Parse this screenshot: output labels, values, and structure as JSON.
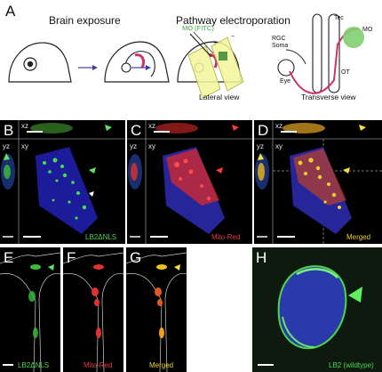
{
  "panel_A": {
    "label": "A",
    "brain_exposure_title": "Brain exposure",
    "pathway_title": "Pathway electroporation",
    "mo_fitc_label": "MO (FITC)",
    "lateral_view_label": "Lateral view",
    "transverse_view_label": "Transverse view",
    "rgc_soma_label_1": "RGC",
    "rgc_soma_label_2": "Soma",
    "eye_label": "Eye",
    "tec_label": "Tec",
    "mo_label": "MO",
    "ot_label": "OT",
    "plus_sign": "+",
    "minus_sign": "−"
  },
  "panel_B": {
    "label": "B",
    "xz": "xz",
    "yz": "yz",
    "xy": "xy",
    "channel": "LB2ΔNLS",
    "channel_color": "#4cd84c"
  },
  "panel_C": {
    "label": "C",
    "xz": "xz",
    "yz": "yz",
    "xy": "xy",
    "channel": "Mito-Red",
    "channel_color": "#e23a3a"
  },
  "panel_D": {
    "label": "D",
    "xz": "xz",
    "yz": "yz",
    "xy": "xy",
    "channel": "Merged",
    "channel_color": "#f0d020"
  },
  "panel_E": {
    "label": "E",
    "channel": "LB2ΔNLS",
    "channel_color": "#4cd84c"
  },
  "panel_F": {
    "label": "F",
    "channel": "Mito-Red",
    "channel_color": "#e23a3a"
  },
  "panel_G": {
    "label": "G",
    "channel": "Merged",
    "channel_color": "#f0d020"
  },
  "panel_H": {
    "label": "H",
    "channel": "LB2 (wildtype)",
    "channel_color": "#4cd84c"
  }
}
